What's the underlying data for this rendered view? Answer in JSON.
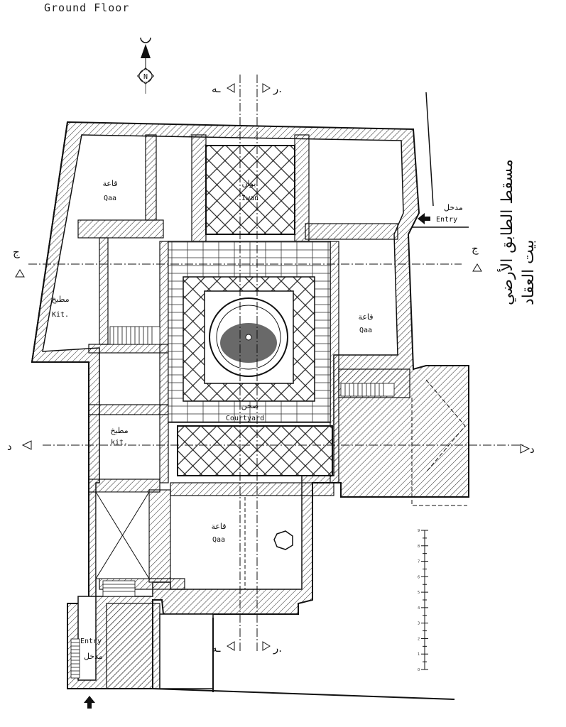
{
  "title": "Ground Floor",
  "arabic_title": "مسقط الطابق الأرضي بيت العقاد",
  "north": {
    "label": "N"
  },
  "rooms": {
    "qaa_nw": {
      "ar": "قاعة",
      "en": "Qaa"
    },
    "iwan": {
      "ar": "ايوان",
      "en": "Iwan"
    },
    "kit_w": {
      "ar": "مطبخ",
      "en": "Kit."
    },
    "qaa_e": {
      "ar": "قاعة",
      "en": "Qaa"
    },
    "courtyard": {
      "ar": "صحن",
      "en": "Courtyard"
    },
    "kit_sw": {
      "ar": "مطبخ",
      "en": "kit."
    },
    "qaa_s": {
      "ar": "قاعة",
      "en": "Qaa"
    }
  },
  "entries": {
    "east": {
      "ar": "مدخل",
      "en": "Entry"
    },
    "south": {
      "ar": "مدخل",
      "en": "Entry"
    }
  },
  "sections": {
    "top_left": "ـه",
    "top_right": "ر.",
    "mid_left": "ج",
    "mid_right": "ج",
    "low_left": "د",
    "low_right": "د",
    "bottom_left": "ـه",
    "bottom_right": "ر."
  },
  "scale": {
    "ticks": [
      "0",
      "1",
      "2",
      "3",
      "4",
      "5",
      "6",
      "7",
      "8",
      "9"
    ]
  }
}
